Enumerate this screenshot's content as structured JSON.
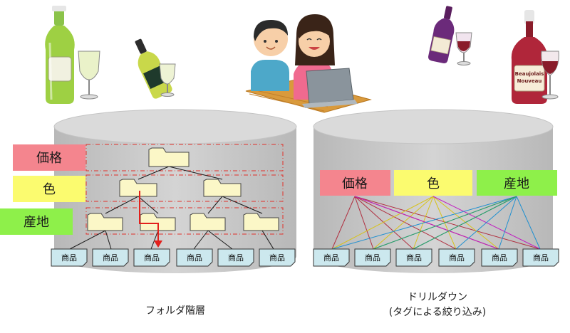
{
  "colors": {
    "tag_price": "#f4858e",
    "tag_color": "#fbfb6f",
    "tag_origin": "#8ef04a",
    "cylinder_body": "#c8c8c8",
    "cylinder_top": "#dadada",
    "folder_fill": "#fbf7c7",
    "product_fill": "#cce8ee",
    "dashed_red": "#e0302a",
    "arrow_red": "#e3201c"
  },
  "left_panel": {
    "tags": [
      "価格",
      "色",
      "産地"
    ],
    "caption": "フォルダ階層"
  },
  "right_panel": {
    "tags": [
      "価格",
      "色",
      "産地"
    ],
    "caption_line1": "ドリルダウン",
    "caption_line2": "(タグによる絞り込み)"
  },
  "product_label": "商品",
  "illustrations": {
    "wine_label": "Beaujolais\nNouveau",
    "icons": [
      "champagne-bottle-icon",
      "white-wine-icon",
      "couple-laptop-icon",
      "red-wine-small-icon",
      "beaujolais-bottle-icon"
    ]
  }
}
